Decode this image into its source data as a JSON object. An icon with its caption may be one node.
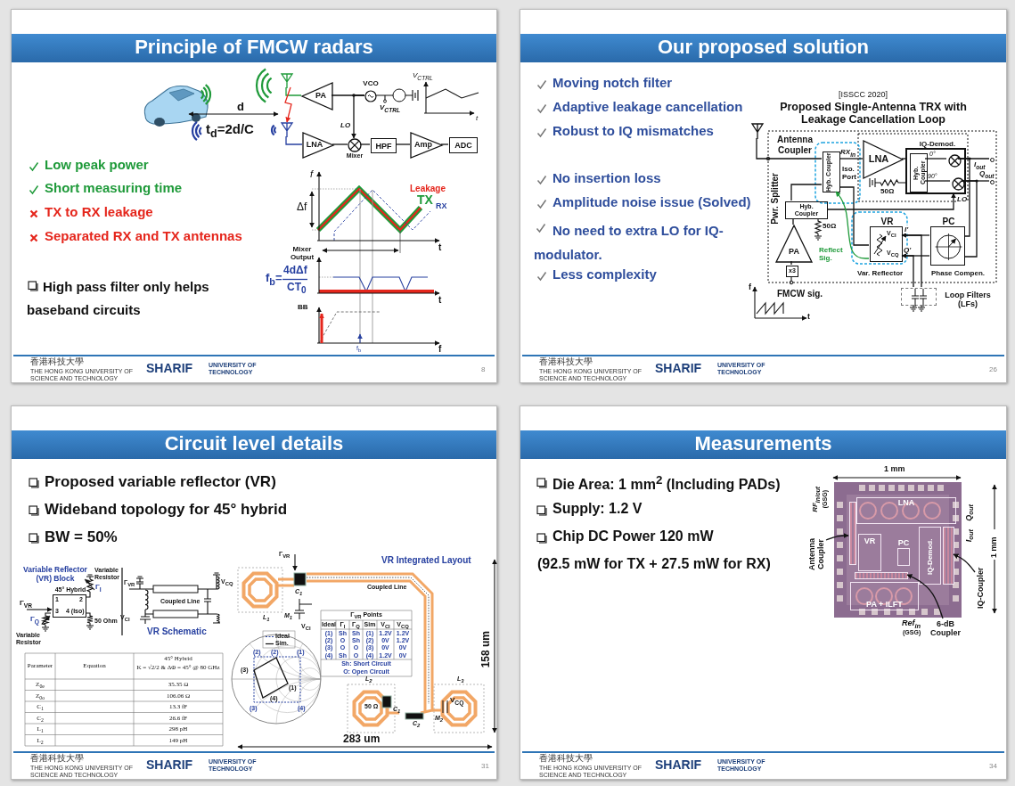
{
  "diagram": {
    "nodes": [
      {
        "text": [
          "Principle of FMCW radars"
        ]
      },
      {
        "text": [
          "Our proposed solution"
        ]
      },
      {
        "text": [
          "Circuit level details"
        ]
      },
      {
        "text": [
          "Measurements"
        ]
      },
      {
        "text": [],
        "shape": "antenna",
        "in": 0
      },
      {
        "text": [],
        "shape": "antenna",
        "in": 0
      },
      {
        "text": [
          "PA"
        ],
        "in": 0
      },
      {
        "text": [
          "VCO"
        ],
        "in": 0
      },
      {
        "text": [
          "Mixer"
        ],
        "in": 0
      },
      {
        "text": [
          "LNA"
        ],
        "in": 0
      },
      {
        "text": [
          "HPF"
        ],
        "in": 0
      },
      {
        "text": [
          "Amp"
        ],
        "in": 0
      },
      {
        "text": [
          "ADC"
        ],
        "in": 0
      },
      {
        "text": [],
        "shape": "antenna",
        "in": 1
      },
      {
        "text": [
          "Hyb. Coupler"
        ],
        "in": 1
      },
      {
        "text": [
          "LNA"
        ],
        "in": 1
      },
      {
        "text": [
          "IQ-Demod."
        ],
        "in": 1
      },
      {
        "text": [
          "Hyb. Coupler"
        ],
        "in": 16
      },
      {
        "text": [],
        "shape": "circle",
        "in": 16
      },
      {
        "text": [],
        "shape": "circle",
        "in": 16
      },
      {
        "text": [
          "Hyb. Coupler"
        ],
        "in": 1
      },
      {
        "text": [
          "PA"
        ],
        "in": 1
      },
      {
        "text": [
          "x3"
        ],
        "in": 1
      },
      {
        "text": [
          "VR",
          "V$_{CI}$",
          "V$_{CQ}$"
        ],
        "beside": [
          "Var. Reflector"
        ],
        "in": 1
      },
      {
        "text": [
          "PC"
        ],
        "beside": [
          "Phase Compen."
        ],
        "in": 1
      },
      {
        "text": [],
        "shape": "box",
        "beside": [
          "Loop Filters (LFs)"
        ],
        "in": 1
      },
      {
        "text": [
          "45° Hybrid",
          "1",
          "2",
          "3",
          "4 (Iso)"
        ],
        "in": 2
      },
      {
        "text": [],
        "shape": "picture",
        "in": 3
      },
      {
        "text": [
          "LNA"
        ],
        "in": 27
      },
      {
        "text": [
          "VR"
        ],
        "in": 27
      },
      {
        "text": [
          "PC"
        ],
        "in": 27
      },
      {
        "text": [
          "IQ-Demod."
        ],
        "in": 27
      },
      {
        "text": [
          "PA + ILFT"
        ],
        "in": 27
      },
      {
        "text": [],
        "shape": "box",
        "in": 27
      },
      {
        "text": [],
        "shape": "box",
        "in": 27
      },
      {
        "text": [],
        "shape": "box",
        "in": 27
      },
      {
        "text": [
          "Antenna Coupler"
        ],
        "in": 3
      },
      {
        "text": [
          "IQ-Coupler"
        ],
        "in": 3
      },
      {
        "text": [
          "6-dB Coupler"
        ],
        "in": 3
      },
      {
        "text": [],
        "shape": "circle",
        "in": 1
      },
      {
        "text": [],
        "shape": "circle",
        "in": 1
      }
    ],
    "edges": [
      {
        "from": 4,
        "to": 6,
        "arrow": "none",
        "color": "#1f9a3a"
      },
      {
        "from": 7,
        "to": 6,
        "arrow": "none"
      },
      {
        "from": 7,
        "to": 8,
        "arrow": "to",
        "label": "LO"
      },
      {
        "from": 5,
        "to": 9,
        "arrow": "none",
        "color": "#2740a0"
      },
      {
        "from": 9,
        "to": 8,
        "arrow": "none"
      },
      {
        "from": 8,
        "to": 10,
        "arrow": "none"
      },
      {
        "from": 10,
        "to": 11,
        "arrow": "none"
      },
      {
        "from": 11,
        "to": 12,
        "arrow": "none"
      },
      {
        "from": 13,
        "to": 14,
        "arrow": "none"
      },
      {
        "from": 14,
        "to": 15,
        "arrow": "none",
        "label": "RX$_{in}$"
      },
      {
        "from": 15,
        "to": 17,
        "arrow": "none"
      },
      {
        "from": 17,
        "to": 18,
        "arrow": "none"
      },
      {
        "from": 17,
        "to": 19,
        "arrow": "none"
      },
      {
        "from": 20,
        "to": 14,
        "arrow": "none"
      },
      {
        "from": 21,
        "to": 20,
        "arrow": "none"
      },
      {
        "from": 22,
        "to": 21,
        "arrow": "none"
      },
      {
        "from": 20,
        "to": 16,
        "arrow": "to",
        "label": "LO"
      },
      {
        "from": 14,
        "to": 23,
        "arrow": "none"
      },
      {
        "from": 18,
        "to": 24,
        "arrow": "none"
      },
      {
        "from": 19,
        "to": 24,
        "arrow": "none"
      },
      {
        "from": 24,
        "to": 23,
        "arrow": "to",
        "label": "I'"
      },
      {
        "from": 24,
        "to": 23,
        "arrow": "to",
        "label": "Q'"
      },
      {
        "from": 23,
        "to": 14,
        "arrow": "to",
        "label": "Reflect Sig.",
        "color": "#1f9a3a"
      },
      {
        "from": 25,
        "to": 23,
        "arrow": "none"
      },
      {
        "from": 25,
        "to": 23,
        "arrow": "none"
      },
      {
        "from": 36,
        "to": 33,
        "arrow": "to"
      },
      {
        "from": 37,
        "to": 34,
        "arrow": "to"
      },
      {
        "from": 38,
        "to": 35,
        "arrow": "to"
      },
      {
        "from": 4,
        "to": 5,
        "arrow": "to",
        "color": "#e5261c"
      },
      {
        "from": 18,
        "to": 39,
        "arrow": "none"
      },
      {
        "from": 19,
        "to": 40,
        "arrow": "none"
      }
    ],
    "labels": [
      "Low peak power",
      "Short measuring time",
      "TX to RX leakage",
      "Separated RX and TX antennas",
      "High pass filter only helps baseband circuits",
      "d",
      "t$_{d}$=2d/C",
      "V$_{CTRL}$",
      "V$_{CTRL}$",
      "t",
      "f",
      "Δf",
      "Leakage",
      "TX",
      "RX",
      "t",
      "Mixer Output",
      "f$_{b}$=",
      "4dΔf",
      "CT$_{0}$",
      "t",
      "BB",
      "f$_{b}$",
      "f",
      "8",
      "香港科技大學",
      "THE HONG KONG UNIVERSITY OF SCIENCE AND TECHNOLOGY",
      "SHARIF",
      "UNIVERSITY OF TECHNOLOGY",
      "Moving notch filter",
      "Adaptive leakage cancellation",
      "Robust to IQ mismatches",
      "No insertion loss",
      "Amplitude noise issue (Solved)",
      "No need to extra LO for IQ-modulator.",
      "Less complexity",
      "[ISSCC 2020]",
      "Proposed Single-Antenna TRX with Leakage Cancellation Loop",
      "Antenna Coupler",
      "Iso. Port",
      "0°",
      "90°",
      "50Ω",
      "Pwr. Splitter",
      "50Ω",
      "I$_{out}$",
      "Q$_{out}$",
      "f",
      "FMCW sig.",
      "t",
      "26",
      "香港科技大學",
      "THE HONG KONG UNIVERSITY OF SCIENCE AND TECHNOLOGY",
      "SHARIF",
      "UNIVERSITY OF TECHNOLOGY",
      "Proposed variable reflector (VR)",
      "Wideband topology for 45° hybrid",
      "BW = 50%",
      "Variable Reflector (VR) Block",
      "Variable Resistor",
      "Γ$_{I}$",
      "Γ$_{VR}$",
      "Γ$_{Q}$",
      "Variable Resistor",
      "50 Ohm",
      "Γ$_{VR}$",
      "Coupled Line",
      "V$_{CI}$",
      "V$_{CQ}$",
      "VR Schematic",
      "VR Integrated Layout",
      "Γ$_{VR}$",
      "C$_{1}$",
      "L$_{1}$",
      "Coupled Line",
      "M$_{1}$",
      "V$_{CI}$",
      "Γ$_{VR}$ Points",
      "Ideal",
      "Γ$_{I}$",
      "Γ$_{Q}$",
      "Sim",
      "V$_{CI}$",
      "V$_{CQ}$",
      "(1)",
      "Sh",
      "Sh",
      "(1)",
      "1.2V",
      "1.2V",
      "(2)",
      "O",
      "Sh",
      "(2)",
      "0V",
      "1.2V",
      "(3)",
      "O",
      "O",
      "(3)",
      "0V",
      "0V",
      "(4)",
      "Sh",
      "O",
      "(4)",
      "1.2V",
      "0V",
      "Sh: Short Circuit",
      "O: Open Circuit",
      "(2)",
      "(2)",
      "(1)",
      "(3)",
      "(1)",
      "(4)",
      "(3)",
      "(4)",
      "L$_{2}$",
      "50 Ω",
      "C$_{1}$",
      "C$_{2}$",
      "L$_{3}$",
      "M$_{2}$",
      "V$_{CQ}$",
      "158 um",
      "283 um",
      "Parameter",
      "Equation",
      "45° Hybrid",
      "K = √2/2 & ΔΦ = 45° @ 80 GHz",
      "Z$_{0e}$",
      "35.35 Ω",
      "Z$_{0o}$",
      "106.06 Ω",
      "C$_{1}$",
      "13.3 fF",
      "C$_{2}$",
      "26.6 fF",
      "L$_{1}$",
      "298 pH",
      "L$_{2}$",
      "149 pH",
      "31",
      "香港科技大學",
      "THE HONG KONG UNIVERSITY OF SCIENCE AND TECHNOLOGY",
      "SHARIF",
      "UNIVERSITY OF TECHNOLOGY",
      "Die Area: 1 mm$^{2}$ (Including PADs)",
      "Supply: 1.2 V",
      "Chip DC Power 120 mW",
      "(92.5 mW for TX + 27.5 mW for RX)",
      "1 mm",
      "1 mm",
      "RF$_{in/out}$",
      "(GSG)",
      "Q$_{out}$",
      "I$_{out}$",
      "Ref$_{in}$",
      "(GSG)",
      "34",
      "香港科技大學",
      "THE HONG KONG UNIVERSITY OF SCIENCE AND TECHNOLOGY",
      "SHARIF",
      "UNIVERSITY OF TECHNOLOGY"
    ],
    "legend": [
      {
        "text": "Ideal"
      },
      {
        "text": "Sim."
      }
    ]
  }
}
